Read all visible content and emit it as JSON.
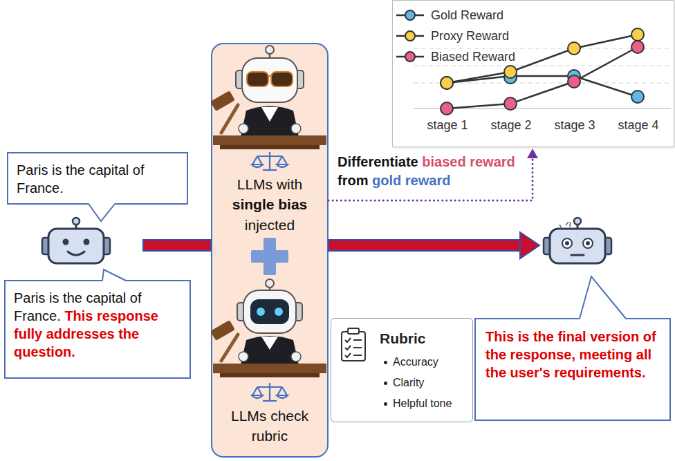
{
  "diagram": {
    "nodes": [
      {
        "text": [
          "Paris is the capital of France."
        ]
      },
      {
        "text": [
          "Paris is the capital of France.",
          "This response fully addresses the question."
        ]
      },
      {
        "text": [
          "LLMs with single bias injected",
          "LLMs check rubric"
        ]
      },
      {
        "text": [
          "stage 1",
          "stage 2",
          "stage 3",
          "stage 4"
        ]
      },
      {
        "text": [
          "Rubric",
          "Accuracy",
          "Clarity",
          "Helpful tone"
        ]
      },
      {
        "text": [
          "This is the final version of the response, meeting all the user's requirements."
        ]
      }
    ],
    "edges": [
      {
        "from": 2,
        "to": 3,
        "arrow": "to",
        "label": "Differentiate biased reward from gold reward"
      }
    ],
    "legend": [
      {
        "text": "Gold Reward",
        "color": "#5fb8e6"
      },
      {
        "text": "Proxy Reward",
        "color": "#f9cf4a"
      },
      {
        "text": "Biased Reward",
        "color": "#ea5f8c"
      }
    ]
  }
}
